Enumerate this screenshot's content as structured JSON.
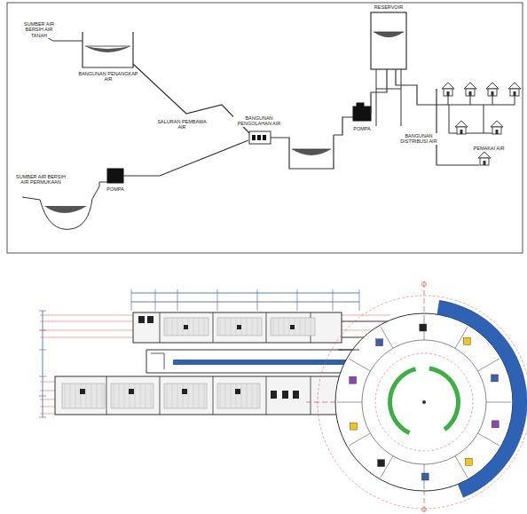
{
  "diagram": {
    "labels": [
      "SUMBER AIR BERSIH AIR TANAH",
      "BANGUNAN PENANGKAP AIR",
      "SALURAN PEMBAWA AIR",
      "BANGUNAN PENGOLAHAN AIR",
      "SUMBER AIR BERSIH AIR PERMUKAAN",
      "POMPA",
      "POMPA",
      "RESERVOIR",
      "BANGUNAN DISTRIBUSI AIR",
      "PEMAKAI AIR"
    ]
  }
}
